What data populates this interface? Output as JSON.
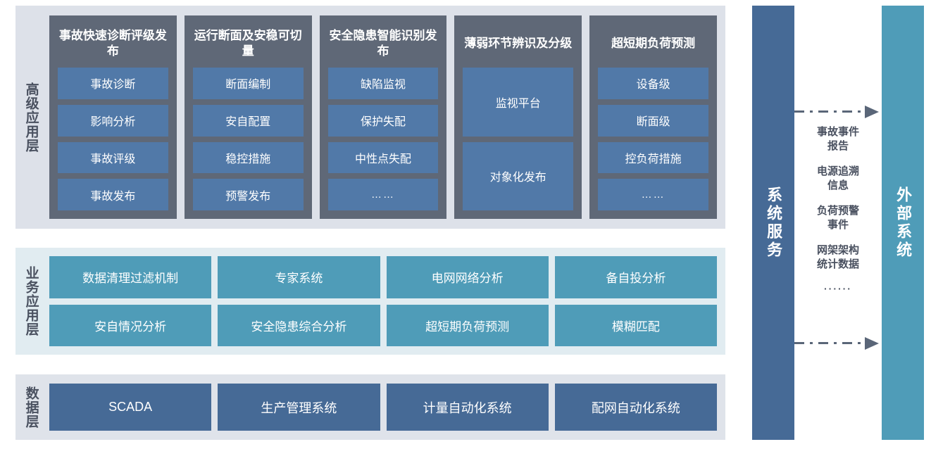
{
  "layers": [
    {
      "label": "高级应用层",
      "columns": [
        {
          "title": "事故快速诊断评级发布",
          "items": [
            "事故诊断",
            "影响分析",
            "事故评级",
            "事故发布"
          ]
        },
        {
          "title": "运行断面及安稳可切量",
          "items": [
            "断面编制",
            "安自配置",
            "稳控措施",
            "预警发布"
          ]
        },
        {
          "title": "安全隐患智能识别发布",
          "items": [
            "缺陷监视",
            "保护失配",
            "中性点失配",
            "……"
          ]
        },
        {
          "title": "薄弱环节辨识及分级",
          "items": [
            "监视平台",
            "对象化发布"
          ]
        },
        {
          "title": "超短期负荷预测",
          "items": [
            "设备级",
            "断面级",
            "控负荷措施",
            "……"
          ]
        }
      ]
    },
    {
      "label": "业务应用层",
      "rows": [
        [
          "数据清理过滤机制",
          "专家系统",
          "电网网络分析",
          "备自投分析"
        ],
        [
          "安自情况分析",
          "安全隐患综合分析",
          "超短期负荷预测",
          "模糊匹配"
        ]
      ]
    },
    {
      "label": "数据层",
      "items": [
        "SCADA",
        "生产管理系统",
        "计量自动化系统",
        "配网自动化系统"
      ]
    }
  ],
  "side": {
    "service_column": "系统服务",
    "external_column": "外部系统"
  },
  "flow": {
    "labels": [
      "事故事件\n报告",
      "电源追溯\n信息",
      "负荷预警\n事件",
      "网架架构\n统计数据"
    ],
    "dots": "······"
  },
  "colors": {
    "band_advanced_bg": "#dde1e9",
    "band_business_bg": "#e1ecf1",
    "band_data_bg": "#dfe3ea",
    "column_dark": "#5f6877",
    "chip_blue": "#5179a8",
    "teal": "#4f9cb8",
    "navy": "#466a96",
    "arrow": "#5a6678",
    "label_text": "#4a5160"
  }
}
